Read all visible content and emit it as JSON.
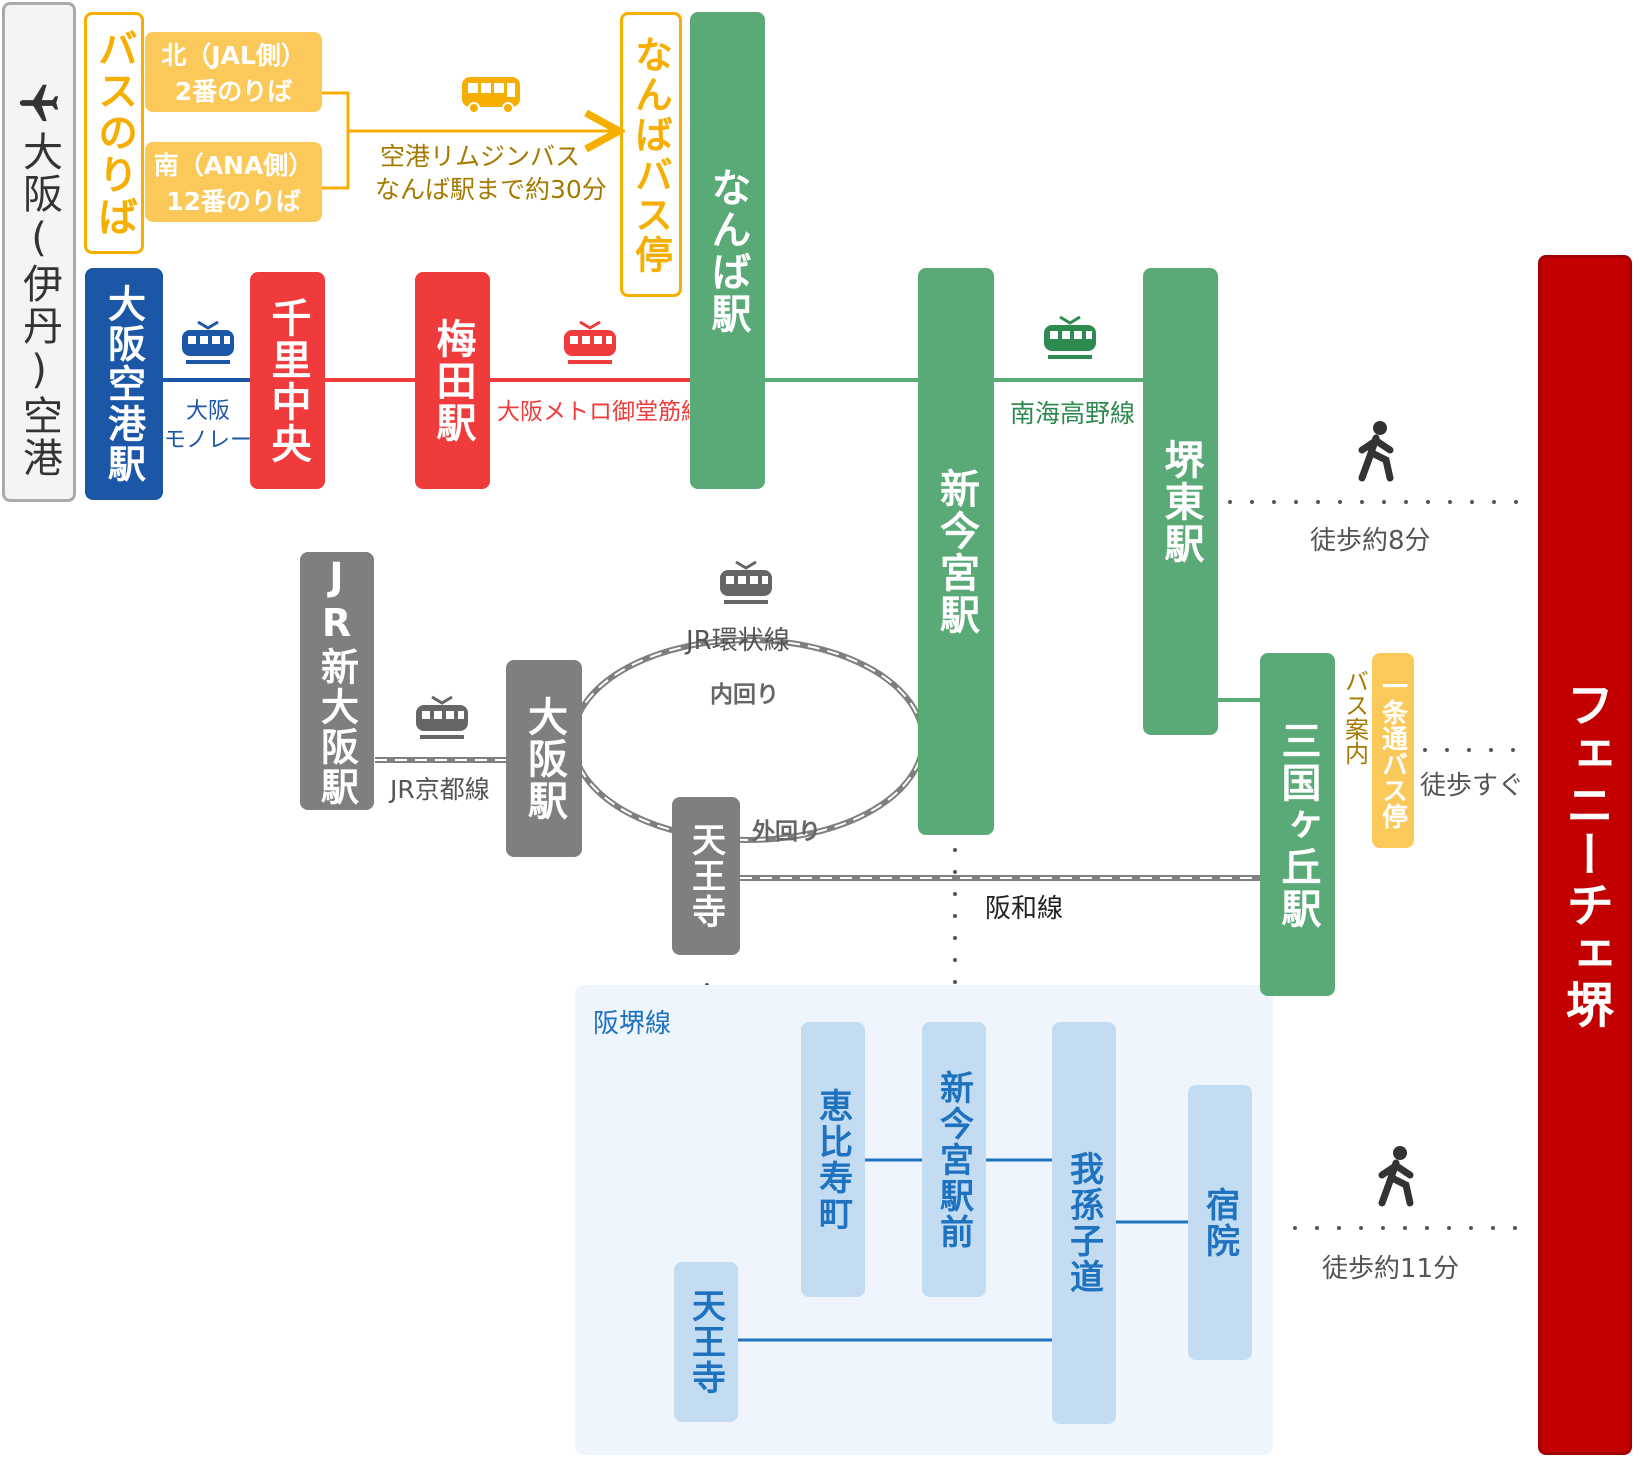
{
  "colors": {
    "bus": "#f6ae00",
    "bus_fill": "#fbc95a",
    "monorail": "#1b57a6",
    "metro": "#ef3b3b",
    "nankai": "#5aaa78",
    "nankai_text": "#2e8b4f",
    "jr": "#7f7f7f",
    "hankai_bg": "#eef5fc",
    "hankai_box": "#c3dcf1",
    "hankai_text": "#1e72c0",
    "phoenix": "#c20000"
  },
  "airport": {
    "icon": "airplane-icon",
    "label": "大阪(伊丹)空港"
  },
  "bus": {
    "stop_label": "バスのりば",
    "north": {
      "line1": "北（JAL側）",
      "line2": "2番のりば"
    },
    "south": {
      "line1": "南（ANA側）",
      "line2": "12番のりば"
    },
    "route_label": "空港リムジンバス",
    "route_time": "なんば駅まで約30分",
    "icon": "bus-icon",
    "namba_bus_stop": "なんばバス停"
  },
  "stations": {
    "osaka_airport": "大阪空港駅",
    "senri_chuo": "千里中央",
    "umeda": "梅田駅",
    "namba": "なんば駅",
    "shin_imamiya": "新今宮駅",
    "sakai_higashi": "堺東駅",
    "mikunigaoka": "三国ヶ丘駅",
    "jr_shin_osaka": "JR新大阪駅",
    "osaka": "大阪駅",
    "tennoji": "天王寺"
  },
  "lines": {
    "monorail_line1": "大阪",
    "monorail_line2": "モノレール",
    "midosuji": "大阪メトロ御堂筋線",
    "nankai_koya": "南海高野線",
    "jr_loop": "JR環状線",
    "inner_loop": "内回り",
    "outer_loop": "外回り",
    "jr_kyoto": "JR京都線",
    "hanwa": "阪和線",
    "hankai": "阪堺線"
  },
  "walk": {
    "sakai_higashi": "徒歩約8分",
    "bus_stop": "徒歩すぐ",
    "shukuin": "徒歩約11分"
  },
  "mikuni_bus": {
    "guide": "バス案内",
    "stop": "一条通バス停"
  },
  "hankai_stops": {
    "ebisucho": "恵比寿町",
    "shin_imamiya_ekimae": "新今宮駅前",
    "abikomichi": "我孫子道",
    "shukuin": "宿院",
    "tennoji": "天王寺"
  },
  "destination": "フェニーチェ堺"
}
